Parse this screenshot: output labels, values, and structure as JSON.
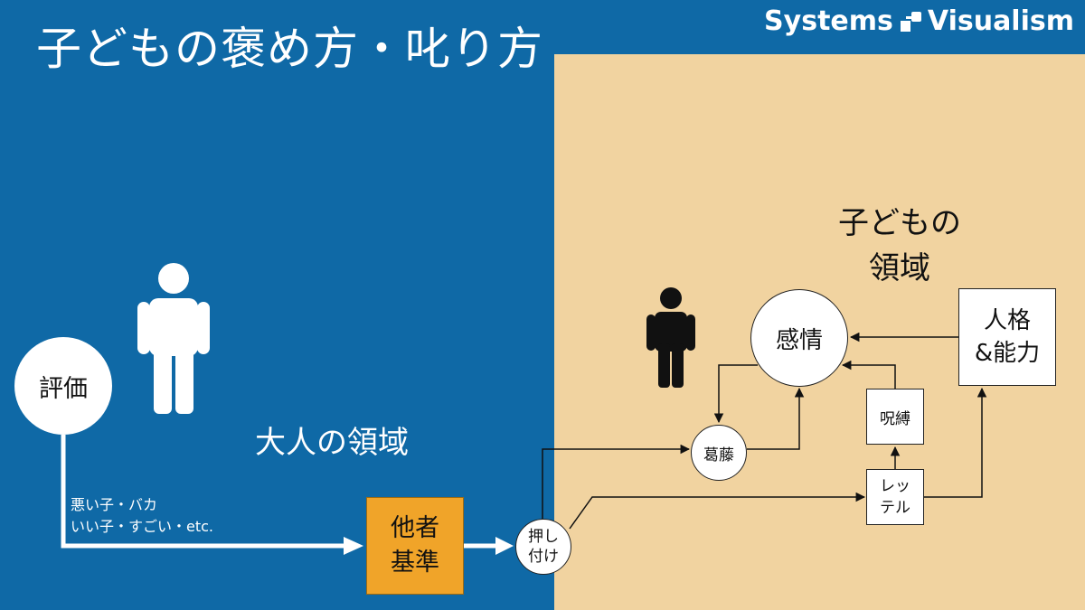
{
  "header": {
    "title": "子どもの褒め方・叱り方",
    "brand_left": "Systems",
    "brand_right": "Visualism"
  },
  "regions": {
    "adult": "大人の領域",
    "child_line1": "子どもの",
    "child_line2": "領域"
  },
  "nodes": {
    "evaluation": "評価",
    "other_standard_line1": "他者",
    "other_standard_line2": "基準",
    "push_line1": "押し",
    "push_line2": "付け",
    "emotion": "感情",
    "conflict": "葛藤",
    "persona_line1": "人格",
    "persona_line2": "&能力",
    "curse": "呪縛",
    "label_line1": "レッ",
    "label_line2": "テル"
  },
  "edge_labels": {
    "praise_line1": "悪い子・バカ",
    "praise_line2": "いい子・すごい・etc."
  },
  "icons": {
    "adult_figure": "person-icon",
    "child_figure": "person-icon"
  },
  "colors": {
    "adult_bg": "#0f69a6",
    "child_bg": "#f1d3a0",
    "highlight": "#f0a429"
  }
}
